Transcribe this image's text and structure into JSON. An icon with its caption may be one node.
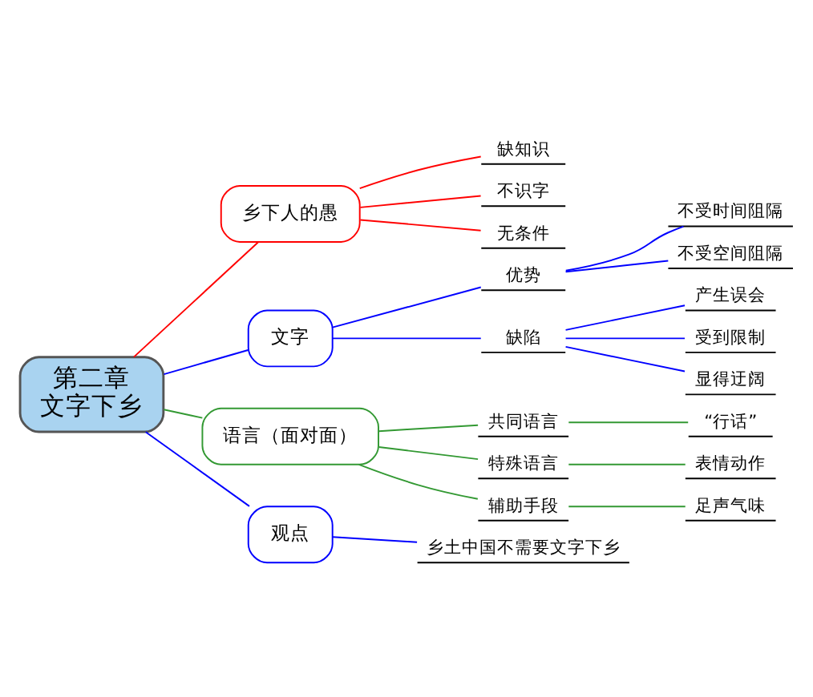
{
  "diagram": {
    "nodes": [
      {
        "text": [
          "第二章",
          "文字下乡"
        ]
      },
      {
        "text": [
          "乡下人的愚"
        ]
      },
      {
        "text": [
          "缺知识"
        ]
      },
      {
        "text": [
          "不识字"
        ]
      },
      {
        "text": [
          "无条件"
        ]
      },
      {
        "text": [
          "文字"
        ]
      },
      {
        "text": [
          "优势"
        ]
      },
      {
        "text": [
          "不受时间阻隔"
        ]
      },
      {
        "text": [
          "不受空间阻隔"
        ]
      },
      {
        "text": [
          "缺陷"
        ]
      },
      {
        "text": [
          "产生误会"
        ]
      },
      {
        "text": [
          "受到限制"
        ]
      },
      {
        "text": [
          "显得迂阔"
        ]
      },
      {
        "text": [
          "语言（面对面）"
        ]
      },
      {
        "text": [
          "共同语言"
        ]
      },
      {
        "text": [
          "“行话”"
        ]
      },
      {
        "text": [
          "特殊语言"
        ]
      },
      {
        "text": [
          "表情动作"
        ]
      },
      {
        "text": [
          "辅助手段"
        ]
      },
      {
        "text": [
          "足声气味"
        ]
      },
      {
        "text": [
          "观点"
        ]
      },
      {
        "text": [
          "乡土中国不需要文字下乡"
        ]
      }
    ],
    "edges": [
      {
        "from": 0,
        "to": 1,
        "arrow": "none",
        "color": "#ff0000"
      },
      {
        "from": 1,
        "to": 2,
        "arrow": "none",
        "color": "#ff0000"
      },
      {
        "from": 1,
        "to": 3,
        "arrow": "none",
        "color": "#ff0000"
      },
      {
        "from": 1,
        "to": 4,
        "arrow": "none",
        "color": "#ff0000"
      },
      {
        "from": 0,
        "to": 5,
        "arrow": "none"
      },
      {
        "from": 5,
        "to": 6,
        "arrow": "none"
      },
      {
        "from": 6,
        "to": 7,
        "arrow": "none"
      },
      {
        "from": 6,
        "to": 8,
        "arrow": "none"
      },
      {
        "from": 5,
        "to": 9,
        "arrow": "none"
      },
      {
        "from": 9,
        "to": 10,
        "arrow": "none"
      },
      {
        "from": 9,
        "to": 11,
        "arrow": "none"
      },
      {
        "from": 9,
        "to": 12,
        "arrow": "none"
      },
      {
        "from": 0,
        "to": 13,
        "arrow": "none",
        "color": "#339933"
      },
      {
        "from": 13,
        "to": 14,
        "arrow": "none",
        "color": "#339933"
      },
      {
        "from": 14,
        "to": 15,
        "arrow": "none",
        "color": "#339933"
      },
      {
        "from": 13,
        "to": 16,
        "arrow": "none",
        "color": "#339933"
      },
      {
        "from": 16,
        "to": 17,
        "arrow": "none",
        "color": "#339933"
      },
      {
        "from": 13,
        "to": 18,
        "arrow": "none",
        "color": "#339933"
      },
      {
        "from": 18,
        "to": 19,
        "arrow": "none",
        "color": "#339933"
      },
      {
        "from": 0,
        "to": 20,
        "arrow": "none"
      },
      {
        "from": 20,
        "to": 21,
        "arrow": "none"
      }
    ]
  }
}
